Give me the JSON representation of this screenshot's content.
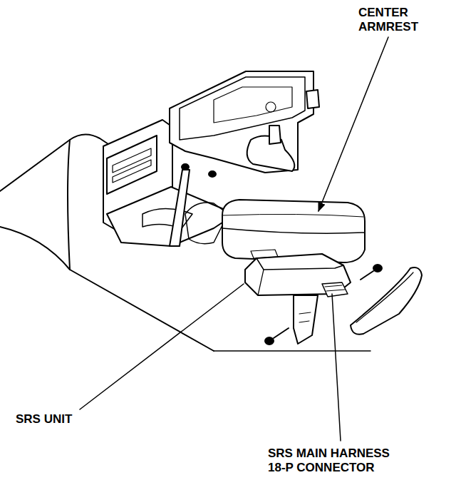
{
  "diagram": {
    "labels": [
      "CENTER ARMREST",
      "SRS UNIT",
      "SRS MAIN HARNESS 18-P CONNECTOR"
    ]
  }
}
